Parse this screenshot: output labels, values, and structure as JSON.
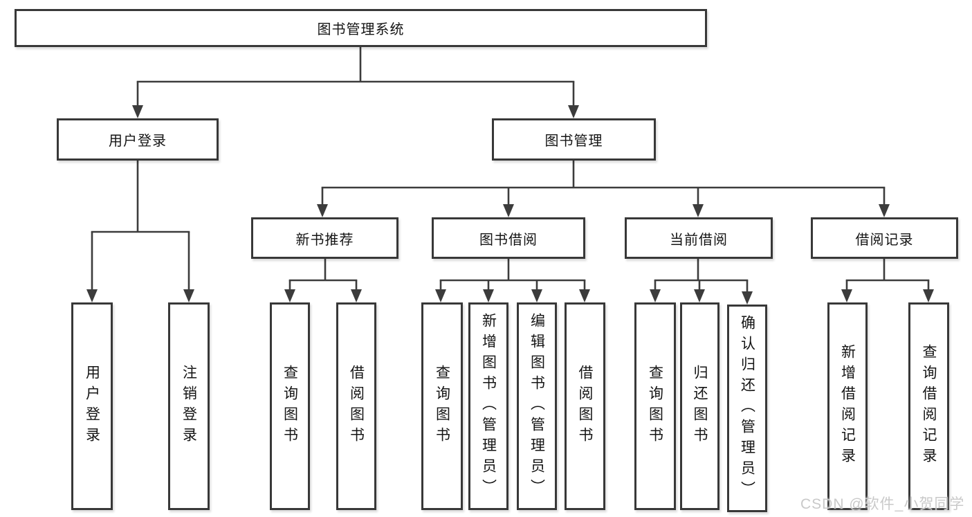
{
  "tree": {
    "label": "图书管理系统",
    "children": [
      {
        "label": "用户登录",
        "children": [
          {
            "label": "用户登录"
          },
          {
            "label": "注销登录"
          }
        ]
      },
      {
        "label": "图书管理",
        "children": [
          {
            "label": "新书推荐",
            "children": [
              {
                "label": "查询图书"
              },
              {
                "label": "借阅图书"
              }
            ]
          },
          {
            "label": "图书借阅",
            "children": [
              {
                "label": "查询图书"
              },
              {
                "label": "新增图书（管理员）"
              },
              {
                "label": "编辑图书（管理员）"
              },
              {
                "label": "借阅图书"
              }
            ]
          },
          {
            "label": "当前借阅",
            "children": [
              {
                "label": "查询图书"
              },
              {
                "label": "归还图书"
              },
              {
                "label": "确认归还（管理员）"
              }
            ]
          },
          {
            "label": "借阅记录",
            "children": [
              {
                "label": "新增借阅记录"
              },
              {
                "label": "查询借阅记录"
              }
            ]
          }
        ]
      }
    ]
  },
  "watermark": {
    "text": "CSDN @软件_小贺同学"
  },
  "colors": {
    "line": "#3c3c3c",
    "box_border": "#383838",
    "box_fill": "#ffffff",
    "text": "#141414",
    "watermark": "#c9c9c9",
    "background": "#ffffff"
  }
}
